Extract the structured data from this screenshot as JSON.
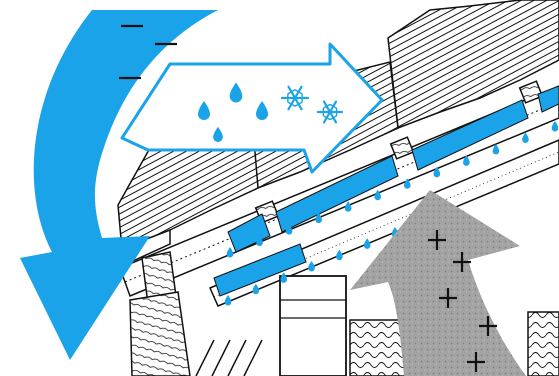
{
  "diagram": {
    "colors": {
      "accent": "#1aa3e8",
      "line": "#111111",
      "grey": "#9a9a9a",
      "paper": "#ffffff"
    },
    "outside_air": {
      "symbols": [
        "—",
        "—",
        "—"
      ]
    },
    "wind_arrow": {
      "precipitation": [
        "drop",
        "drop",
        "drop",
        "drop",
        "snowflake",
        "snowflake"
      ]
    },
    "warm_air": {
      "symbols": [
        "+",
        "+",
        "+",
        "+",
        "+"
      ]
    },
    "condensation_rows": 2
  }
}
